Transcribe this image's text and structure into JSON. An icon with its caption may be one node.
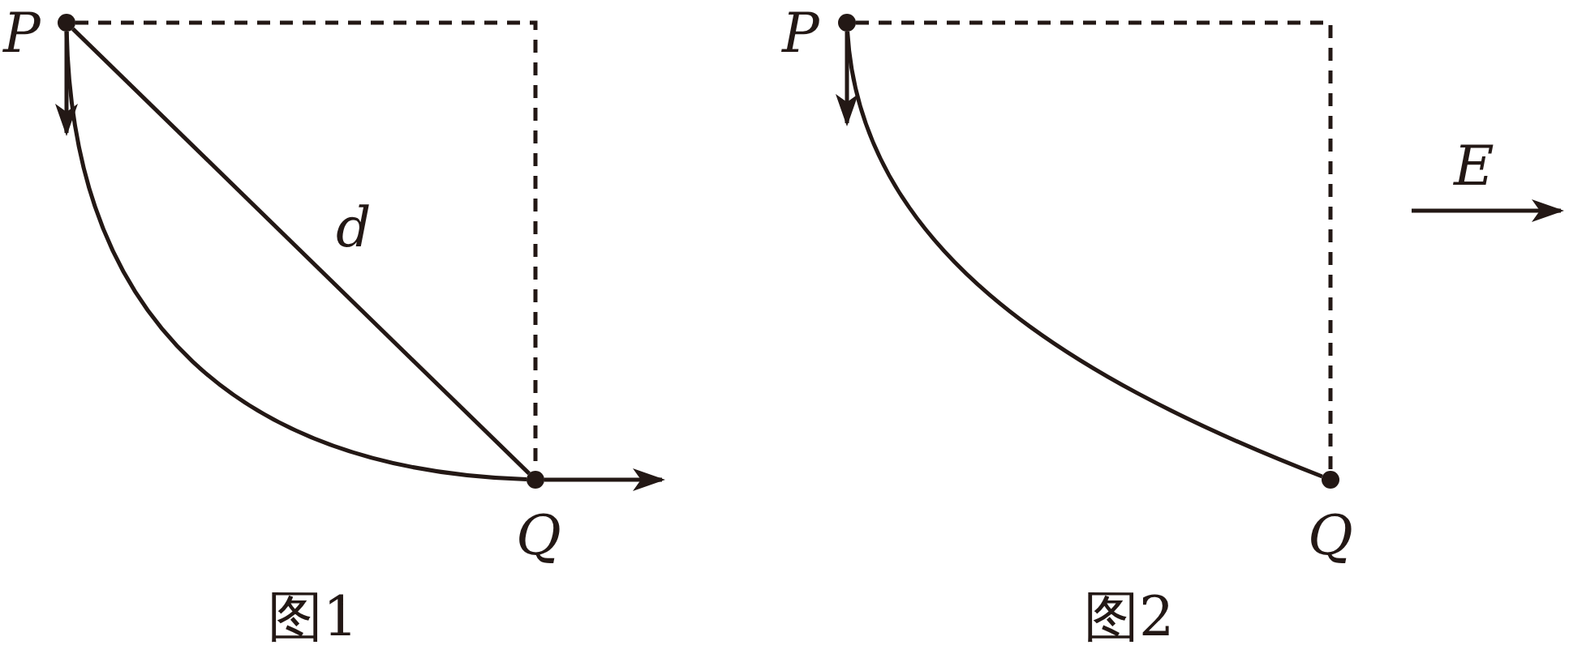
{
  "diagram": {
    "nodes": [
      {
        "text": [],
        "shape": "circle",
        "beside": [
          "P"
        ]
      },
      {
        "text": [],
        "shape": "circle",
        "beside": [
          "Q"
        ]
      },
      {
        "text": [],
        "shape": "circle",
        "beside": [
          "P"
        ]
      },
      {
        "text": [],
        "shape": "circle",
        "beside": [
          "Q"
        ]
      }
    ],
    "edges": [
      {
        "from": 0,
        "to": 1,
        "arrow": "none"
      },
      {
        "from": 0,
        "to": 1,
        "arrow": "none",
        "label": "d"
      },
      {
        "from": 0,
        "to": 1,
        "arrow": "none",
        "style": "dashed"
      },
      {
        "from": 0,
        "to": null,
        "arrow": "to"
      },
      {
        "from": 1,
        "to": null,
        "arrow": "to"
      },
      {
        "from": 2,
        "to": 3,
        "arrow": "none"
      },
      {
        "from": 2,
        "to": 3,
        "arrow": "none",
        "style": "dashed"
      },
      {
        "from": 2,
        "to": null,
        "arrow": "to"
      }
    ],
    "labels": [
      "E",
      "图1",
      "图2"
    ]
  }
}
